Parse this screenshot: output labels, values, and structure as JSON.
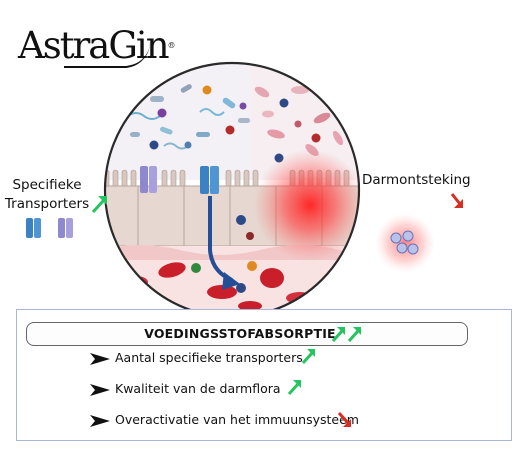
{
  "brand": {
    "logo_text": "AstraGin",
    "logo_mark": "®"
  },
  "labels": {
    "specific_transporters_line1": "Specifieke",
    "specific_transporters_line2": "Transporters",
    "intestinal_inflammation": "Darmontsteking"
  },
  "panel": {
    "title": "VOEDINGSSTOFABSORPTIE",
    "title_trend": "up",
    "items": [
      {
        "text": "Aantal specifieke transporters",
        "trend": "up"
      },
      {
        "text": "Kwaliteit van de darmflora",
        "trend": "up"
      },
      {
        "text": "Overactivatie van het immuunsysteem",
        "trend": "down"
      }
    ]
  },
  "colors": {
    "up_arrow": "#22c55e",
    "down_arrow": "#d62e22",
    "transporter_blue": "#3b82c4",
    "transporter_purple": "#9189cf",
    "inflammation_red": "#ff2a2a",
    "blood_cell": "#c81f2b",
    "panel_border": "#aab6d3"
  },
  "icons": [
    "transporter-icon",
    "up-arrow-icon",
    "down-arrow-icon",
    "chevron-right-icon",
    "inflamed-cell-icon"
  ]
}
